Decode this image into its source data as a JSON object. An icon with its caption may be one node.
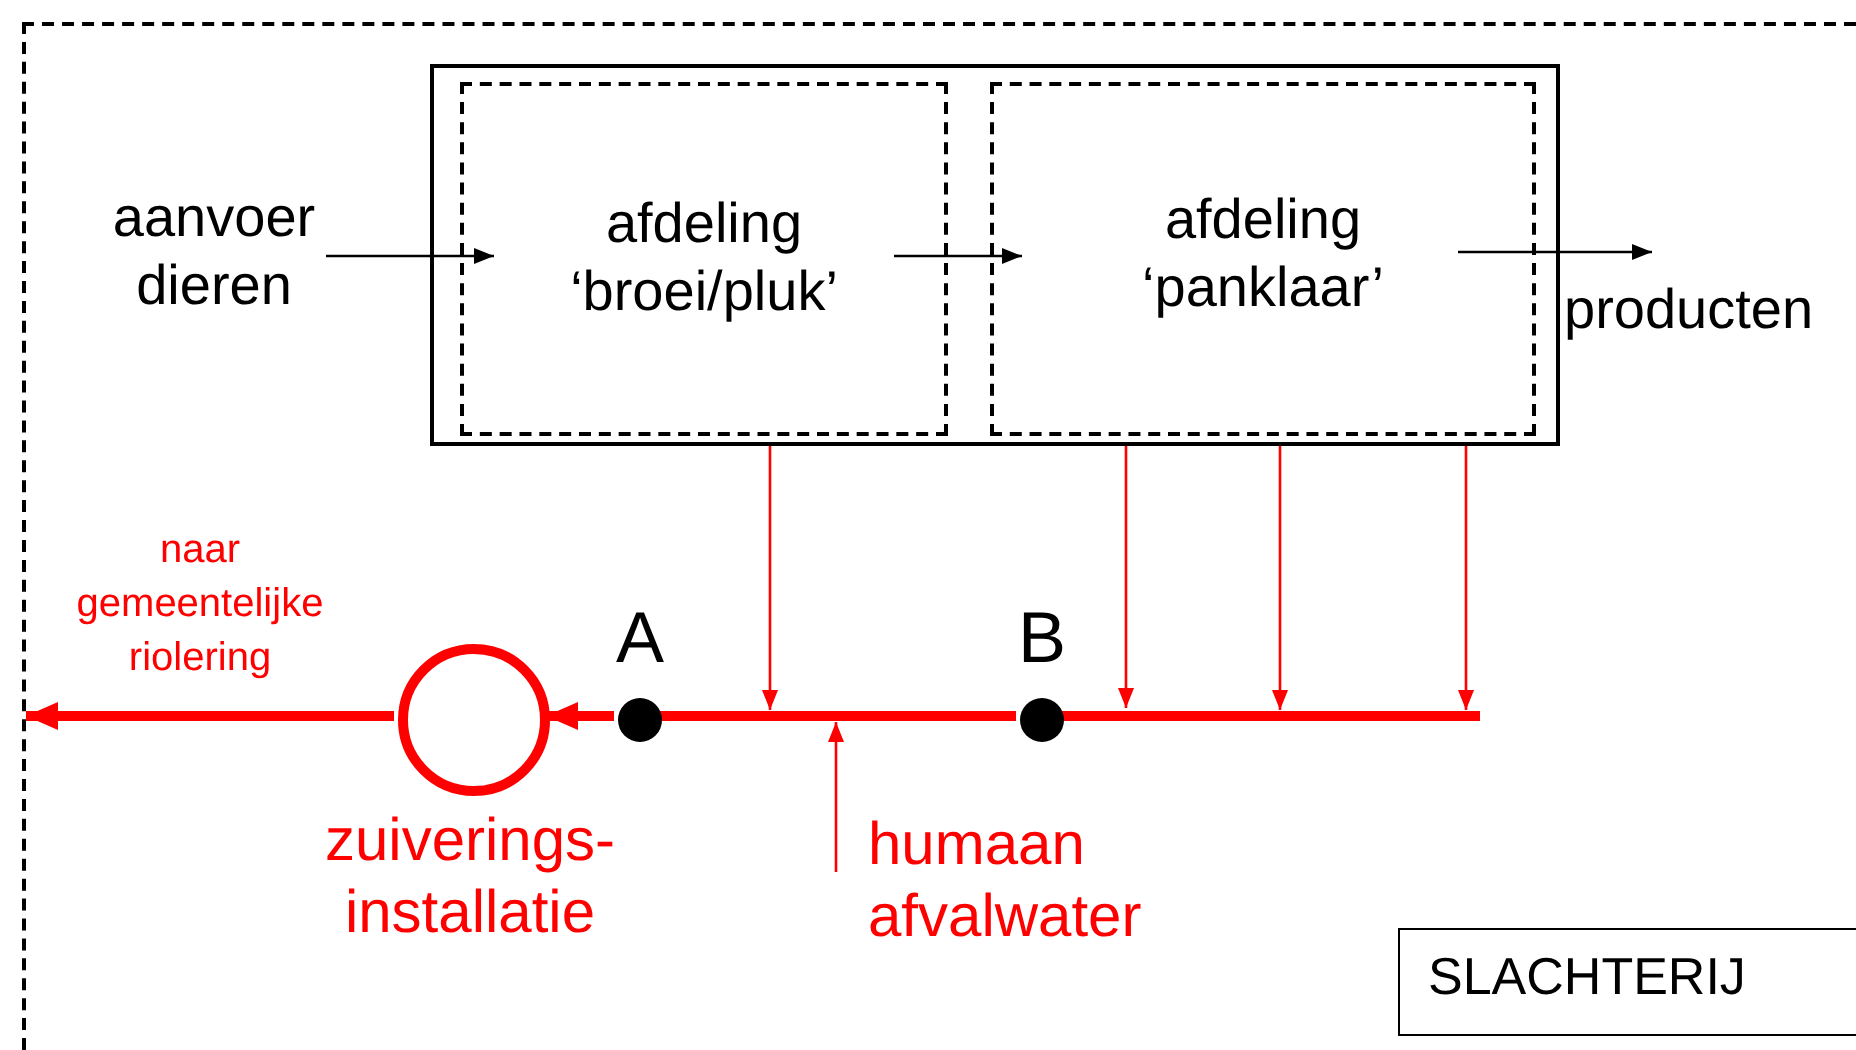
{
  "diagram": {
    "nodes": [
      {
        "text": [],
        "shape": "box"
      },
      {
        "text": [],
        "shape": "box",
        "in": 0
      },
      {
        "text": [
          "afdeling ‘broei/pluk’"
        ],
        "in": 1
      },
      {
        "text": [
          "afdeling ‘panklaar’"
        ],
        "in": 1
      },
      {
        "text": [
          "aanvoer dieren"
        ],
        "in": 0
      },
      {
        "text": [
          "producten"
        ],
        "in": 0
      },
      {
        "text": [],
        "shape": "circle",
        "in": 0,
        "beside": [
          "zuiverings- installatie"
        ]
      },
      {
        "text": [
          "A"
        ],
        "in": 0
      },
      {
        "text": [
          "B"
        ],
        "in": 0
      },
      {
        "text": [
          "humaan afvalwater"
        ],
        "in": 0
      },
      {
        "text": [
          "SLACHTERIJ"
        ],
        "in": 0
      }
    ],
    "edges": [
      {
        "from": 4,
        "to": 2,
        "arrow": "to",
        "color": "#000000"
      },
      {
        "from": 2,
        "to": 3,
        "arrow": "to",
        "color": "#000000"
      },
      {
        "from": 3,
        "to": 5,
        "arrow": "to",
        "color": "#000000"
      },
      {
        "from": 2,
        "to": null,
        "arrow": "to",
        "color": "#ff0000"
      },
      {
        "from": 3,
        "to": null,
        "arrow": "to",
        "color": "#ff0000"
      },
      {
        "from": 3,
        "to": null,
        "arrow": "to",
        "color": "#ff0000"
      },
      {
        "from": 3,
        "to": null,
        "arrow": "to",
        "color": "#ff0000"
      },
      {
        "from": 9,
        "to": null,
        "arrow": "to",
        "color": "#ff0000"
      },
      {
        "from": null,
        "to": 8,
        "arrow": "none",
        "style": "thick",
        "color": "#ff0000"
      },
      {
        "from": 8,
        "to": 7,
        "arrow": "none",
        "style": "thick",
        "color": "#ff0000"
      },
      {
        "from": 7,
        "to": 6,
        "arrow": "to",
        "style": "thick",
        "color": "#ff0000"
      },
      {
        "from": 6,
        "to": null,
        "arrow": "to",
        "label": "naar gemeentelijke riolering",
        "style": "thick",
        "color": "#ff0000"
      }
    ]
  }
}
